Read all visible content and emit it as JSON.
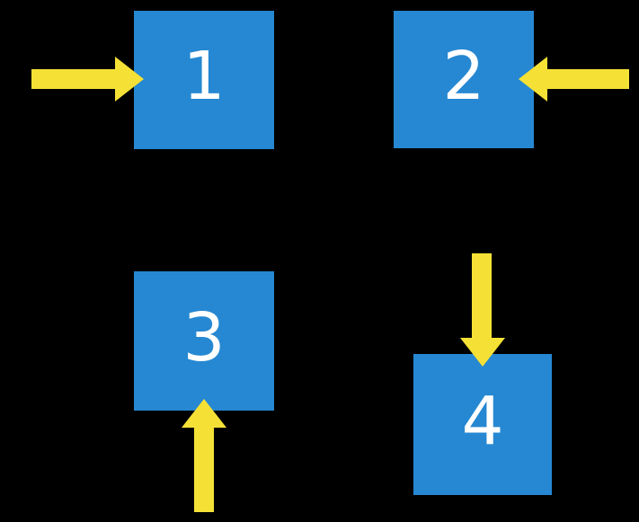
{
  "diagram": {
    "title": "numbered-squares-with-arrows",
    "background": "#000000",
    "colors": {
      "square": "#2688D2",
      "arrow": "#F5E136",
      "label": "#FFFFFF"
    },
    "squares": [
      {
        "label": "1",
        "arrow_direction": "right",
        "arrow_from": "left"
      },
      {
        "label": "2",
        "arrow_direction": "left",
        "arrow_from": "right"
      },
      {
        "label": "3",
        "arrow_direction": "up",
        "arrow_from": "bottom"
      },
      {
        "label": "4",
        "arrow_direction": "down",
        "arrow_from": "top"
      }
    ]
  }
}
